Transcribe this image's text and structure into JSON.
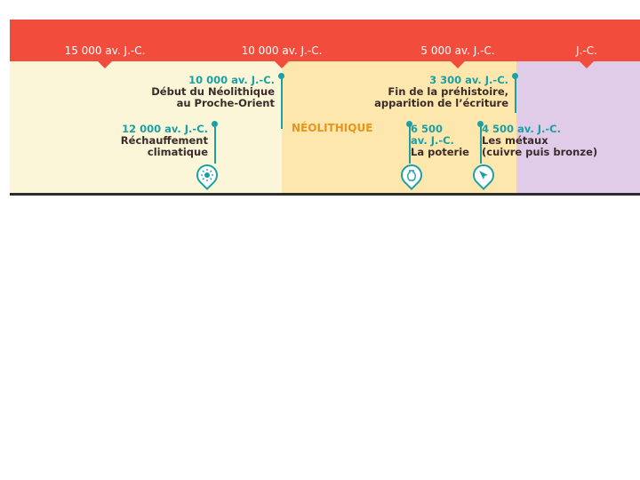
{
  "timeline": {
    "top_dates": [
      "15 000 av. J.-C.",
      "10 000 av. J.-C.",
      "5 000 av. J.-C.",
      "J.-C."
    ],
    "period_label": "NÉOLITHIQUE",
    "events": {
      "e1": {
        "date": "10 000 av. J.-C.",
        "line1": "Début du Néolithique",
        "line2": "au Proche-Orient"
      },
      "e2": {
        "date": "12 000 av. J.-C.",
        "line1": "Réchauffement",
        "line2": "climatique"
      },
      "e3": {
        "date": "3 300 av. J.-C.",
        "line1": "Fin de la préhistoire,",
        "line2": "apparition de l’écriture"
      },
      "e4": {
        "date_a": "6 500",
        "date_b": "av. J.-C.",
        "line1": "La poterie"
      },
      "e5": {
        "date": "4 500 av. J.-C.",
        "line1": "Les métaux",
        "line2": "(cuivre puis bronze)"
      }
    },
    "icons": [
      "sun-icon",
      "pottery-icon",
      "metal-tool-icon"
    ],
    "colors": {
      "bar": "#f24c3d",
      "prehistory": "#fbf6d7",
      "neolithic": "#fde7ac",
      "history": "#e0cce9",
      "accent": "#1aa0a6"
    }
  }
}
